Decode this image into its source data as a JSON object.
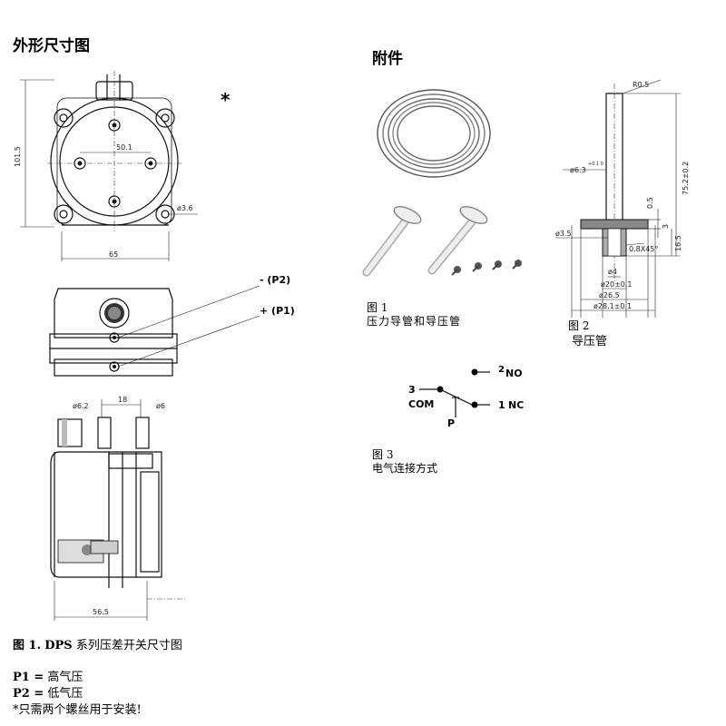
{
  "left": {
    "heading": "外形尺寸图",
    "asterisk": "*",
    "dims": {
      "height": "101.5",
      "spacing": "50.1",
      "hole": "ø3.6",
      "width": "65",
      "tube_od": "ø6.2",
      "tube_pitch": "18",
      "tube_od2": "ø6",
      "depth": "56.5"
    },
    "port_labels": {
      "p2": "- (P2)",
      "p1": "+ (P1)"
    },
    "caption_prefix": "图 1.",
    "caption_bold": "DPS",
    "caption_text": " 系列压差开关尺寸图",
    "notes": [
      {
        "key": "P1 =",
        "text": " 高气压"
      },
      {
        "key": "P2 =",
        "text": " 低气压"
      },
      {
        "key": "*",
        "text": "只需两个螺丝用于安装!"
      }
    ]
  },
  "right": {
    "heading": "附件",
    "fig1_num": "图 1",
    "fig1_text": "压力导管和导压管",
    "fig2_num": "图 2",
    "fig2_text": "导压管",
    "fig3_num": "图 3",
    "fig3_text": "电气连接方式",
    "fig2_dims": {
      "r": "R0.5",
      "d63": "ø6.3",
      "d63_tol": "+0.1 0",
      "len": "75.2±0.2",
      "d35": "ø3.5",
      "t05": "0.5",
      "d3": "3",
      "h165": "16.5",
      "chamfer": "0.8X45°",
      "d4": "ø4",
      "d20": "ø20±0.1",
      "d265": "ø26.5",
      "d281": "ø28.1±0.1"
    },
    "switch": {
      "no_num": "2",
      "no_lbl": "NO",
      "com_num": "3",
      "com_lbl": "COM",
      "nc_num": "1",
      "nc_lbl": "NC",
      "p": "P"
    }
  }
}
